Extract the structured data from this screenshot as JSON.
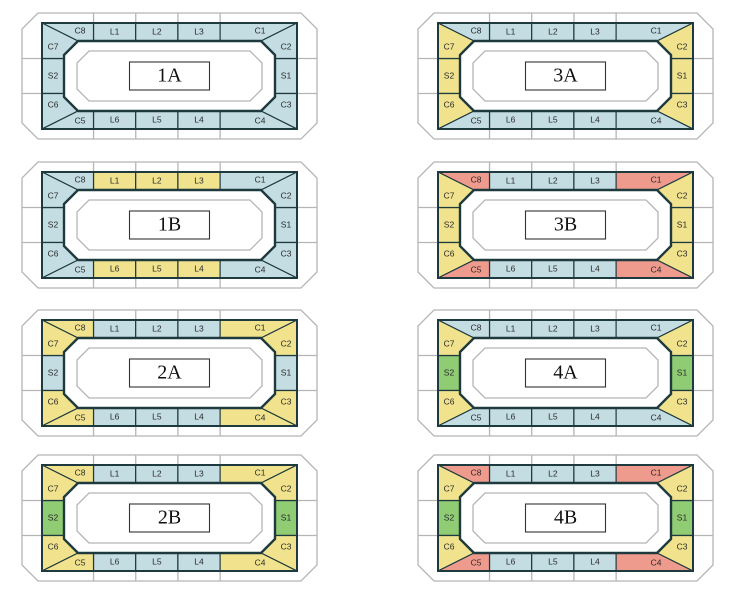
{
  "colors": {
    "blue": "#c4dde2",
    "yellow": "#f1e38e",
    "red": "#ee9a8c",
    "green": "#8fcc74",
    "outline": "#1f3a3e",
    "frame": "#b5b5b5"
  },
  "panels": [
    {
      "id": "1A",
      "label": "1A",
      "segments": {
        "C8": "blue",
        "L1": "blue",
        "L2": "blue",
        "L3": "blue",
        "C1": "blue",
        "C2": "blue",
        "S1": "blue",
        "C3": "blue",
        "C4": "blue",
        "L4": "blue",
        "L5": "blue",
        "L6": "blue",
        "C5": "blue",
        "C6": "blue",
        "S2": "blue",
        "C7": "blue"
      }
    },
    {
      "id": "3A",
      "label": "3A",
      "segments": {
        "C8": "blue",
        "L1": "blue",
        "L2": "blue",
        "L3": "blue",
        "C1": "blue",
        "C2": "yellow",
        "S1": "yellow",
        "C3": "yellow",
        "C4": "blue",
        "L4": "blue",
        "L5": "blue",
        "L6": "blue",
        "C5": "blue",
        "C6": "yellow",
        "S2": "yellow",
        "C7": "yellow"
      }
    },
    {
      "id": "1B",
      "label": "1B",
      "segments": {
        "C8": "blue",
        "L1": "yellow",
        "L2": "yellow",
        "L3": "yellow",
        "C1": "blue",
        "C2": "blue",
        "S1": "blue",
        "C3": "blue",
        "C4": "blue",
        "L4": "yellow",
        "L5": "yellow",
        "L6": "yellow",
        "C5": "blue",
        "C6": "blue",
        "S2": "blue",
        "C7": "blue"
      }
    },
    {
      "id": "3B",
      "label": "3B",
      "segments": {
        "C8": "red",
        "L1": "blue",
        "L2": "blue",
        "L3": "blue",
        "C1": "red",
        "C2": "yellow",
        "S1": "yellow",
        "C3": "yellow",
        "C4": "red",
        "L4": "blue",
        "L5": "blue",
        "L6": "blue",
        "C5": "red",
        "C6": "yellow",
        "S2": "yellow",
        "C7": "yellow"
      }
    },
    {
      "id": "2A",
      "label": "2A",
      "segments": {
        "C8": "yellow",
        "L1": "blue",
        "L2": "blue",
        "L3": "blue",
        "C1": "yellow",
        "C2": "yellow",
        "S1": "blue",
        "C3": "yellow",
        "C4": "yellow",
        "L4": "blue",
        "L5": "blue",
        "L6": "blue",
        "C5": "yellow",
        "C6": "yellow",
        "S2": "blue",
        "C7": "yellow"
      }
    },
    {
      "id": "4A",
      "label": "4A",
      "segments": {
        "C8": "blue",
        "L1": "blue",
        "L2": "blue",
        "L3": "blue",
        "C1": "blue",
        "C2": "yellow",
        "S1": "green",
        "C3": "yellow",
        "C4": "blue",
        "L4": "blue",
        "L5": "blue",
        "L6": "blue",
        "C5": "blue",
        "C6": "yellow",
        "S2": "green",
        "C7": "yellow"
      }
    },
    {
      "id": "2B",
      "label": "2B",
      "segments": {
        "C8": "yellow",
        "L1": "blue",
        "L2": "blue",
        "L3": "blue",
        "C1": "yellow",
        "C2": "yellow",
        "S1": "green",
        "C3": "yellow",
        "C4": "yellow",
        "L4": "blue",
        "L5": "blue",
        "L6": "blue",
        "C5": "yellow",
        "C6": "yellow",
        "S2": "green",
        "C7": "yellow"
      }
    },
    {
      "id": "4B",
      "label": "4B",
      "segments": {
        "C8": "red",
        "L1": "blue",
        "L2": "blue",
        "L3": "blue",
        "C1": "red",
        "C2": "yellow",
        "S1": "green",
        "C3": "yellow",
        "C4": "red",
        "L4": "blue",
        "L5": "blue",
        "L6": "blue",
        "C5": "red",
        "C6": "yellow",
        "S2": "green",
        "C7": "yellow"
      }
    }
  ]
}
